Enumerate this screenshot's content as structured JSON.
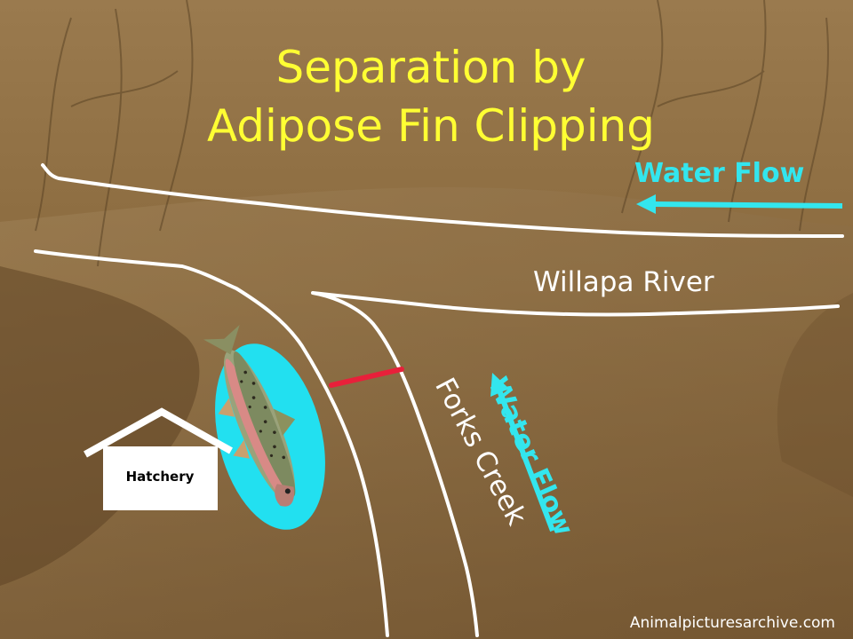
{
  "title": {
    "line1": "Separation by",
    "line2": "Adipose Fin Clipping"
  },
  "labels": {
    "water_flow_top": "Water Flow",
    "water_flow_creek": "Water Flow",
    "willapa_river": "Willapa River",
    "forks_creek": "Forks Creek",
    "hatchery": "Hatchery"
  },
  "credit": "Animalpicturesarchive.com",
  "colors": {
    "title": "#ffff33",
    "flow_arrows": "#33e6ee",
    "river_lines": "#ffffff",
    "barrier": "#e8203a",
    "fish_ellipse": "#22e0f0"
  },
  "icons": {
    "fish": "rainbow-trout-icon",
    "hatchery": "house-icon"
  }
}
